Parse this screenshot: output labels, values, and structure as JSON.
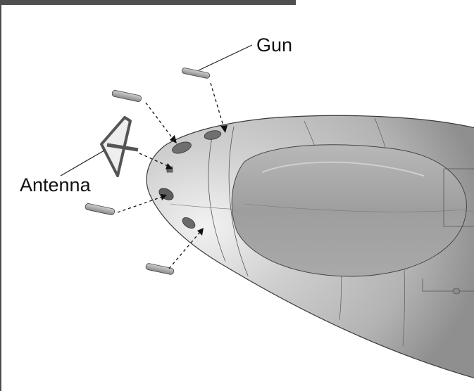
{
  "labels": {
    "gun": "Gun",
    "antenna": "Antenna"
  },
  "colors": {
    "fuselage_light": "#e4e4e4",
    "fuselage_mid": "#b9b9b9",
    "fuselage_dark": "#8e8e8e",
    "canopy": "#9c9c9c",
    "part": "#a6a6a6",
    "line": "#222222",
    "frame": "#4d4d4d"
  },
  "parts": {
    "guns": 4,
    "antennas": 1
  }
}
